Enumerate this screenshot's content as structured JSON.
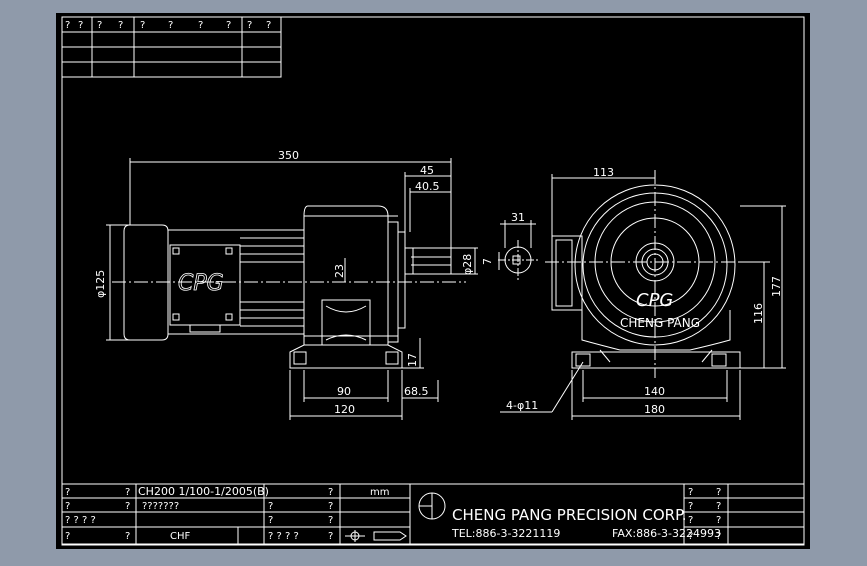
{
  "drawing": {
    "brand_mark": "CPG",
    "brand_name": "CHENG PANG",
    "left_mark": "CPG",
    "dims": {
      "overall_length": "350",
      "d45": "45",
      "d40_5": "40.5",
      "d113": "113",
      "d31": "31",
      "d125": "φ125",
      "d23": "23",
      "d28": "φ28",
      "d7": "7",
      "d177": "177",
      "d116": "116",
      "d17": "17",
      "d90": "90",
      "d68_5": "68.5",
      "d120": "120",
      "holes": "4-φ11",
      "d140": "140",
      "d180": "180"
    }
  },
  "top_table": {
    "header": [
      "?",
      "?",
      "?",
      "?",
      "?",
      "?",
      "?",
      "?",
      "?",
      "?"
    ]
  },
  "title_block": {
    "r1": [
      "?",
      "?",
      "CH200 1/100-1/2005(B)",
      "?",
      "mm"
    ],
    "r2": [
      "?",
      "?",
      "???????",
      "?",
      "?"
    ],
    "r3": [
      "? ? ? ?",
      "?",
      "?"
    ],
    "r4": [
      "?",
      "?",
      "CHF",
      "? ? ? ?",
      "?"
    ],
    "company": "CHENG PANG PRECISION CORP.",
    "tel": "TEL:886-3-3221119",
    "fax": "FAX:886-3-3224993",
    "right_marks": [
      "?",
      "?",
      "?",
      "?",
      "?",
      "?",
      "?",
      "?"
    ]
  }
}
